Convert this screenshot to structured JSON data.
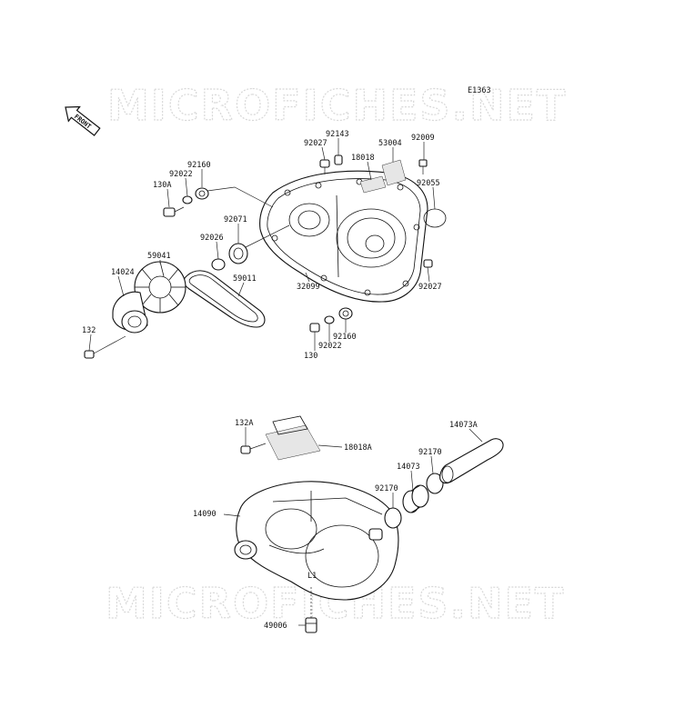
{
  "diagram": {
    "code": "E1363",
    "front_label": "FRONT",
    "watermark": "MICROFICHES.NET",
    "parts": [
      {
        "id": "p92143",
        "label": "92143"
      },
      {
        "id": "p92027a",
        "label": "92027"
      },
      {
        "id": "p53004",
        "label": "53004"
      },
      {
        "id": "p92009",
        "label": "92009"
      },
      {
        "id": "p18018",
        "label": "18018"
      },
      {
        "id": "p92160a",
        "label": "92160"
      },
      {
        "id": "p92022a",
        "label": "92022"
      },
      {
        "id": "p130A",
        "label": "130A"
      },
      {
        "id": "p92055",
        "label": "92055"
      },
      {
        "id": "p92071",
        "label": "92071"
      },
      {
        "id": "p92026",
        "label": "92026"
      },
      {
        "id": "p59041",
        "label": "59041"
      },
      {
        "id": "p14024",
        "label": "14024"
      },
      {
        "id": "p59011",
        "label": "59011"
      },
      {
        "id": "p32099",
        "label": "32099"
      },
      {
        "id": "p92027b",
        "label": "92027"
      },
      {
        "id": "p132",
        "label": "132"
      },
      {
        "id": "p92160b",
        "label": "92160"
      },
      {
        "id": "p92022b",
        "label": "92022"
      },
      {
        "id": "p130",
        "label": "130"
      },
      {
        "id": "p132A",
        "label": "132A"
      },
      {
        "id": "p18018A",
        "label": "18018A"
      },
      {
        "id": "p14073A",
        "label": "14073A"
      },
      {
        "id": "p92170a",
        "label": "92170"
      },
      {
        "id": "p14073",
        "label": "14073"
      },
      {
        "id": "p92170b",
        "label": "92170"
      },
      {
        "id": "p14090",
        "label": "14090"
      },
      {
        "id": "pL1",
        "label": "L1"
      },
      {
        "id": "p49006",
        "label": "49006"
      }
    ]
  }
}
